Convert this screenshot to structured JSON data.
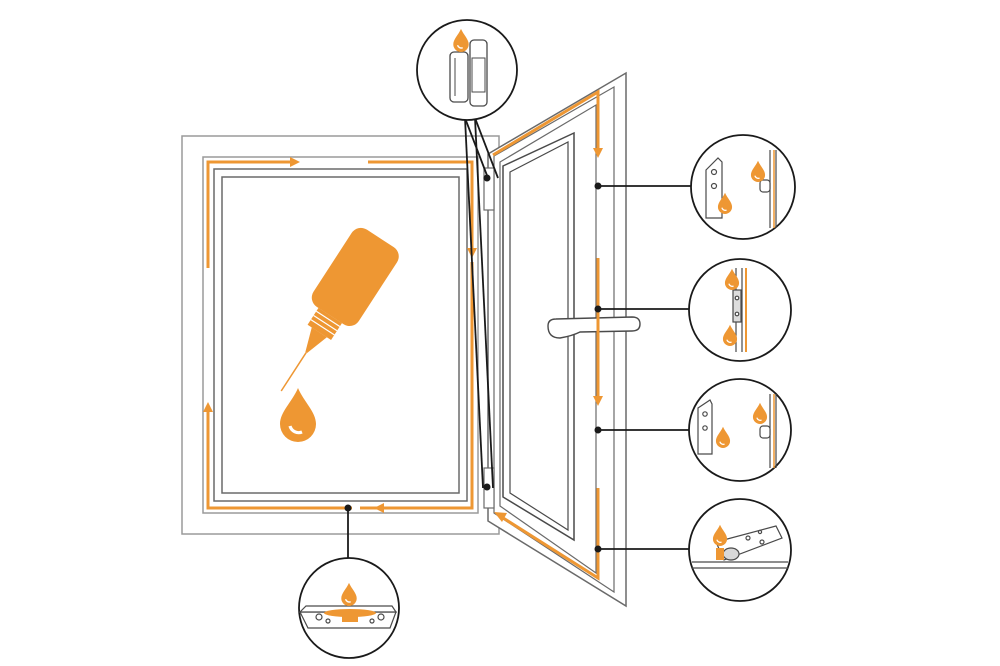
{
  "diagram": {
    "colors": {
      "accent": "#ee9733",
      "line": "#1a1a1a",
      "frame": "#9a9a9a",
      "glass": "#f2f2f2",
      "background": "#ffffff"
    },
    "icons": [
      "oil-bottle-icon",
      "oil-drop-icon",
      "direction-arrow-icon",
      "hinge-icon",
      "locking-cam-icon",
      "corner-drive-icon",
      "bottom-keep-icon"
    ],
    "callouts": [
      {
        "id": "top-hinge",
        "part": "hinge-icon"
      },
      {
        "id": "upper-lock",
        "part": "locking-cam-icon"
      },
      {
        "id": "middle-lock",
        "part": "locking-cam-icon"
      },
      {
        "id": "lower-lock",
        "part": "locking-cam-icon"
      },
      {
        "id": "corner-drive",
        "part": "corner-drive-icon"
      },
      {
        "id": "bottom-keep",
        "part": "bottom-keep-icon"
      }
    ]
  }
}
